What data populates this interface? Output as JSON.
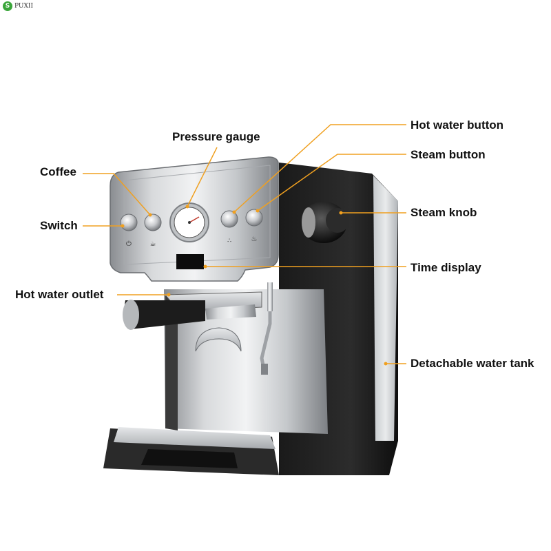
{
  "brand": {
    "name": "PUXII",
    "logo_icon": "leaf-logo-icon"
  },
  "accent_color": "#f0a020",
  "callouts": [
    {
      "id": "hot-water-button",
      "text": "Hot water button"
    },
    {
      "id": "pressure-gauge",
      "text": "Pressure gauge"
    },
    {
      "id": "steam-button",
      "text": "Steam button"
    },
    {
      "id": "coffee",
      "text": "Coffee"
    },
    {
      "id": "switch",
      "text": "Switch"
    },
    {
      "id": "steam-knob",
      "text": "Steam knob"
    },
    {
      "id": "time-display",
      "text": "Time display"
    },
    {
      "id": "hot-water-outlet",
      "text": "Hot water outlet"
    },
    {
      "id": "detachable-water-tank",
      "text": "Detachable water tank"
    }
  ]
}
